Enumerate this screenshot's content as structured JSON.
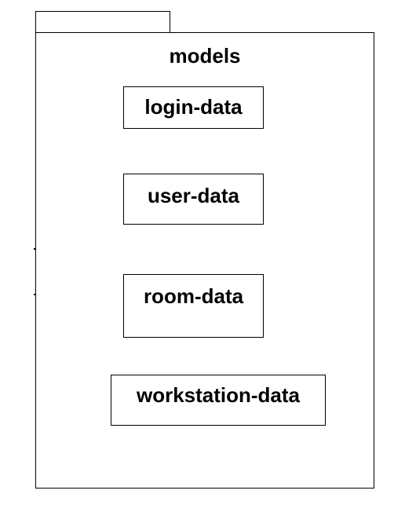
{
  "package": {
    "title": "models",
    "items": [
      {
        "label": "login-data"
      },
      {
        "label": "user-data"
      },
      {
        "label": "room-data"
      },
      {
        "label": "workstation-data"
      }
    ]
  }
}
